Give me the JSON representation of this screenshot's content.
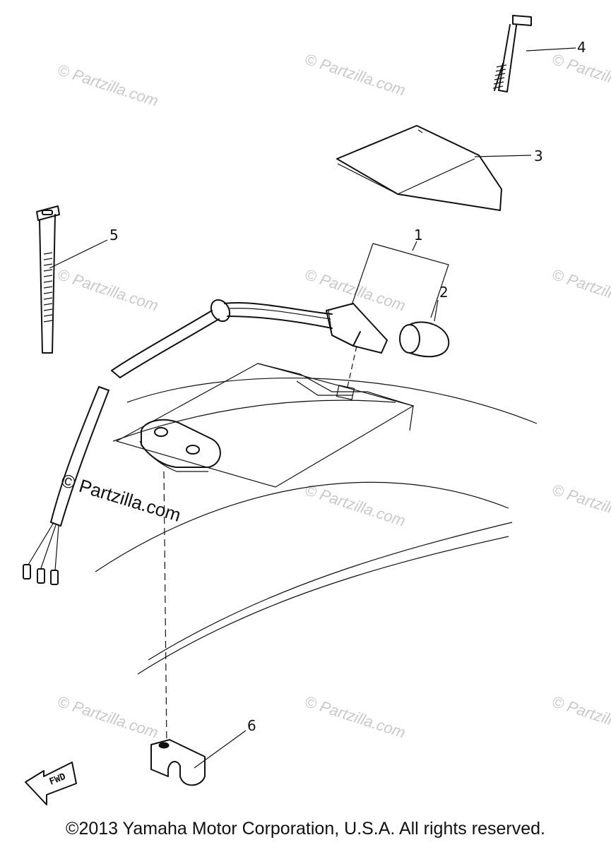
{
  "diagram": {
    "callouts": [
      "1",
      "2",
      "3",
      "4",
      "5",
      "6"
    ],
    "watermark": "© Partzilla.com",
    "fwd_label": "FWD"
  },
  "footer": {
    "copyright": "©2013 Yamaha Motor Corporation, U.S.A. All rights reserved."
  }
}
